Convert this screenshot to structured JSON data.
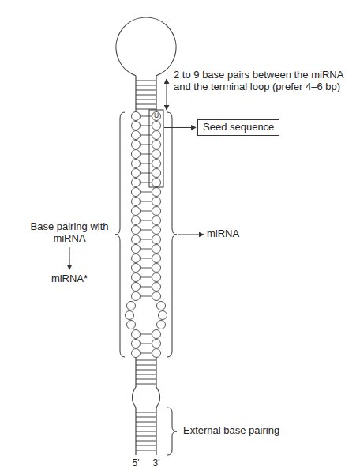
{
  "diagram": {
    "nodes": [
      {
        "text": [
          "Seed sequence"
        ]
      }
    ],
    "labels": [
      "2 to 9 base pairs between the miRNA and the terminal loop (prefer 4–6 bp)",
      "U",
      "miRNA",
      "Base pairing with miRNA",
      "miRNA*",
      "External base pairing",
      "5'",
      "3'"
    ]
  }
}
